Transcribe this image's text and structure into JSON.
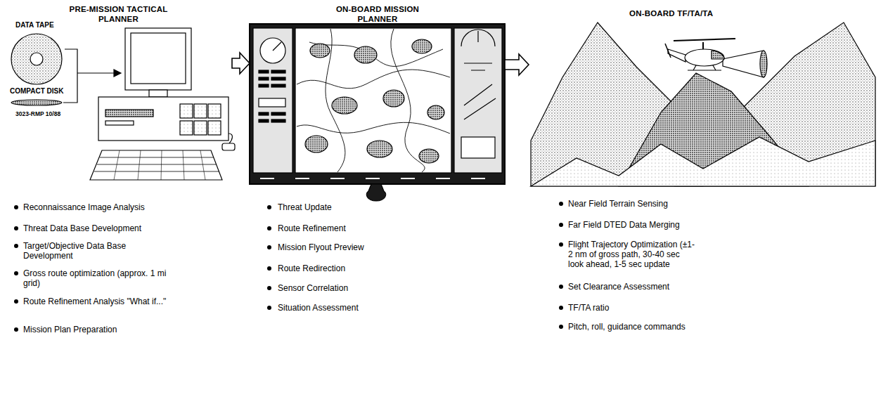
{
  "diagram": {
    "nodes": [
      {
        "text": [
          "PRE-MISSION TACTICAL PLANNER",
          "Reconnaissance Image Analysis",
          "Threat Data Base Development",
          "Target/Objective Data Base Development",
          "Gross route optimization (approx. 1 mi grid)",
          "Route Refinement Analysis \"What if...\"",
          "Mission Plan Preparation"
        ]
      },
      {
        "text": [
          "ON-BOARD MISSION PLANNER",
          "Threat Update",
          "Route Refinement",
          "Mission Flyout Preview",
          "Route Redirection",
          "Sensor Correlation",
          "Situation Assessment"
        ]
      },
      {
        "text": [
          "ON-BOARD TF/TA/TA",
          "Near Field Terrain Sensing",
          "Far Field DTED Data Merging",
          "Flight Trajectory Optimization (±1-2 nm of gross path, 30-40 sec look ahead, 1-5 sec update",
          "Set Clearance Assessment",
          "TF/TA ratio",
          "Pitch, roll, guidance commands"
        ]
      }
    ],
    "edges": [
      {
        "from": 0,
        "to": 1,
        "arrow": "to"
      },
      {
        "from": 1,
        "to": 2,
        "arrow": "to"
      }
    ],
    "labels": [
      "DATA TAPE",
      "COMPACT DISK",
      "3023-RMP 10/88"
    ]
  }
}
